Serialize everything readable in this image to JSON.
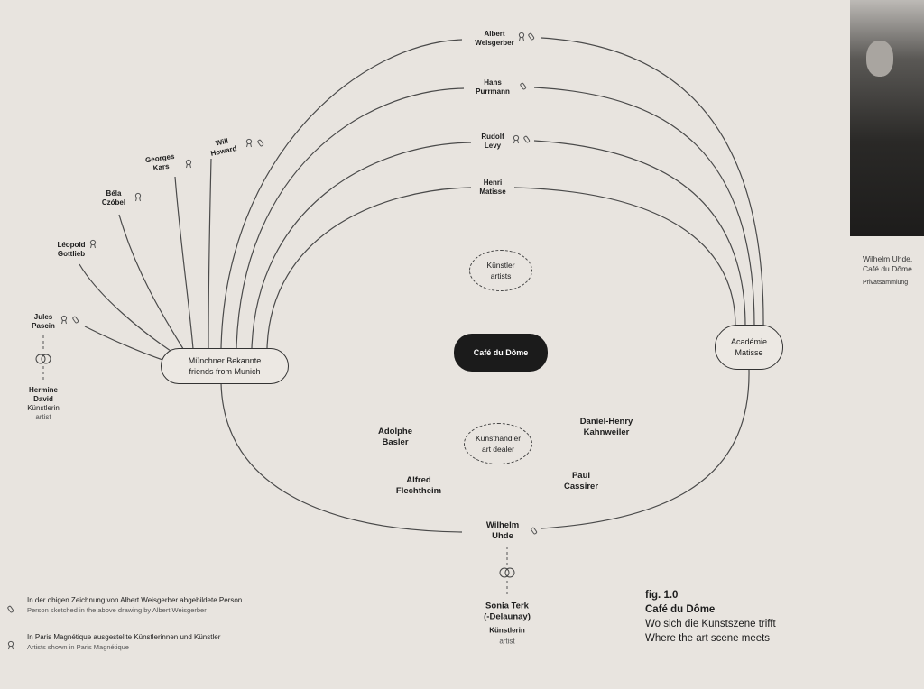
{
  "hub": {
    "label": "Café du Dôme"
  },
  "groups": {
    "artists": {
      "de": "Künstler",
      "en": "artists"
    },
    "dealers": {
      "de": "Kunsthändler",
      "en": "art dealer"
    }
  },
  "munich": {
    "de": "Münchner Bekannte",
    "en": "friends from Munich"
  },
  "academie": {
    "line1": "Académie",
    "line2": "Matisse"
  },
  "arc_people": [
    {
      "first": "Albert",
      "last": "Weisgerber"
    },
    {
      "first": "Hans",
      "last": "Purrmann"
    },
    {
      "first": "Rudolf",
      "last": "Levy"
    },
    {
      "first": "Henri",
      "last": "Matisse"
    }
  ],
  "munich_people": [
    {
      "first": "Will",
      "last": "Howard"
    },
    {
      "first": "Georges",
      "last": "Kars"
    },
    {
      "first": "Béla",
      "last": "Czóbel"
    },
    {
      "first": "Léopold",
      "last": "Gottlieb"
    },
    {
      "first": "Jules",
      "last": "Pascin"
    }
  ],
  "hermine": {
    "first": "Hermine",
    "last": "David",
    "role_de": "Künstlerin",
    "role_en": "artist"
  },
  "dealers": [
    {
      "first": "Adolphe",
      "last": "Basler"
    },
    {
      "first": "Daniel-Henry",
      "last": "Kahnweiler"
    },
    {
      "first": "Alfred",
      "last": "Flechtheim"
    },
    {
      "first": "Paul",
      "last": "Cassirer"
    }
  ],
  "uhde": {
    "first": "Wilhelm",
    "last": "Uhde"
  },
  "sonia": {
    "first": "Sonia Terk",
    "last": "(-Delaunay)",
    "role_de": "Künstlerin",
    "role_en": "artist"
  },
  "legend": [
    {
      "icon": "pencil-icon",
      "de": "In der obigen Zeichnung von Albert Weisgerber abgebildete Person",
      "en": "Person sketched in the above drawing by Albert Weisgerber"
    },
    {
      "icon": "ribbon-icon",
      "de": "In Paris Magnétique ausgestellte Künstlerinnen und Künstler",
      "en": "Artists shown in Paris Magnétique"
    }
  ],
  "figure": {
    "number": "fig. 1.0",
    "title": "Café du Dôme",
    "subtitle_de": "Wo sich die Kunstszene trifft",
    "subtitle_en": "Where the art scene meets"
  },
  "photo_caption": {
    "line1": "Wilhelm Uhde,",
    "line2": "Café du Dôme",
    "credit": "Privatsammlung"
  }
}
